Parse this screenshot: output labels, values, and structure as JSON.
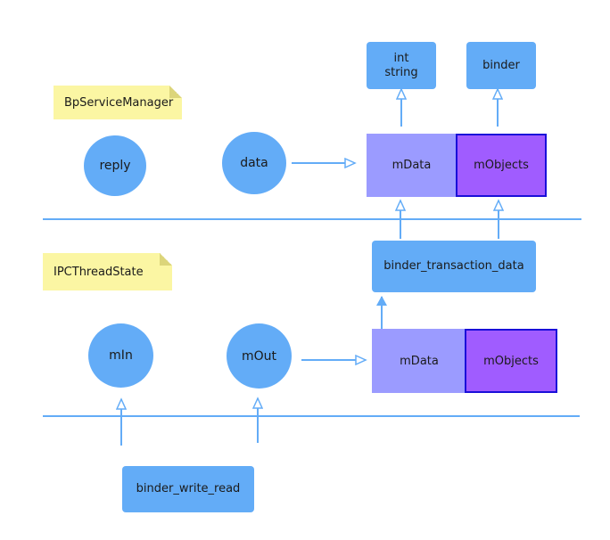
{
  "top_section": {
    "note_label": "BpServiceManager",
    "reply_label": "reply",
    "data_label": "data",
    "int_string_label_1": "int",
    "int_string_label_2": "string",
    "binder_label": "binder",
    "mdata_label": "mData",
    "mobjects_label": "mObjects"
  },
  "middle": {
    "transaction_label": "binder_transaction_data"
  },
  "bottom_section": {
    "note_label": "IPCThreadState",
    "min_label": "mIn",
    "mout_label": "mOut",
    "mdata_label": "mData",
    "mobjects_label": "mObjects",
    "write_read_label": "binder_write_read"
  },
  "colors": {
    "node_blue": "#63acf7",
    "mdata_purple": "#9b9bff",
    "mobjects_violet": "#a05cff",
    "mobjects_border": "#1a0fd9",
    "note_yellow": "#fbf6a3"
  }
}
